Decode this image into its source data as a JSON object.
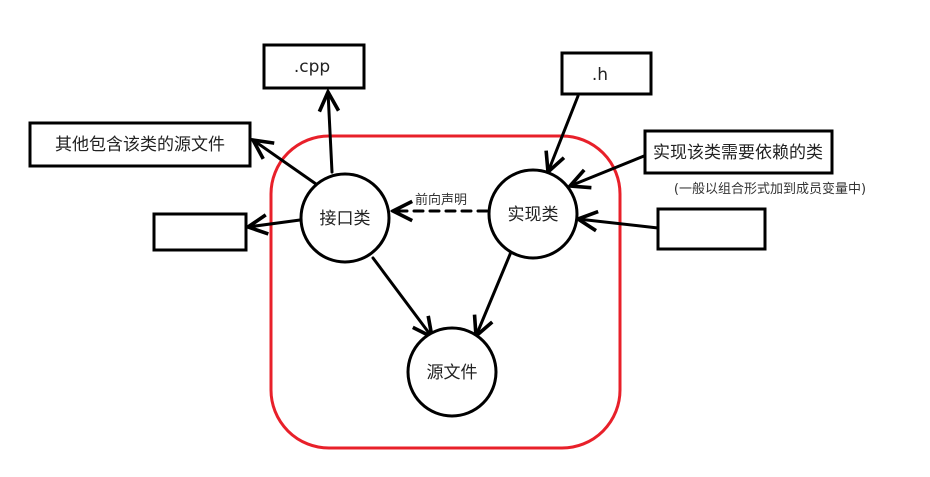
{
  "diagram": {
    "container": {
      "name": "module-boundary",
      "color": "#e8202a"
    },
    "nodes": [
      {
        "id": "interface",
        "label": "接口类",
        "shape": "circle"
      },
      {
        "id": "impl",
        "label": "实现类",
        "shape": "circle"
      },
      {
        "id": "source",
        "label": "源文件",
        "shape": "circle"
      },
      {
        "id": "cpp",
        "label": ".cpp",
        "shape": "box"
      },
      {
        "id": "other-sources",
        "label": "其他包含该类的源文件",
        "shape": "box"
      },
      {
        "id": "empty-left",
        "label": "",
        "shape": "box"
      },
      {
        "id": "h",
        "label": ".h",
        "shape": "box"
      },
      {
        "id": "deps",
        "label": "实现该类需要依赖的类",
        "shape": "box"
      },
      {
        "id": "empty-right",
        "label": "",
        "shape": "box"
      }
    ],
    "edges": [
      {
        "from": "interface",
        "to": "cpp",
        "style": "solid"
      },
      {
        "from": "interface",
        "to": "other-sources",
        "style": "solid"
      },
      {
        "from": "interface",
        "to": "empty-left",
        "style": "solid"
      },
      {
        "from": "interface",
        "to": "source",
        "style": "solid"
      },
      {
        "from": "impl",
        "to": "interface",
        "style": "dashed",
        "label": "前向声明"
      },
      {
        "from": "impl",
        "to": "source",
        "style": "solid"
      },
      {
        "from": "h",
        "to": "impl",
        "style": "solid"
      },
      {
        "from": "deps",
        "to": "impl",
        "style": "solid"
      },
      {
        "from": "empty-right",
        "to": "impl",
        "style": "solid"
      }
    ],
    "annotations": {
      "deps_note": "(一般以组合形式加到成员变量中)"
    }
  }
}
